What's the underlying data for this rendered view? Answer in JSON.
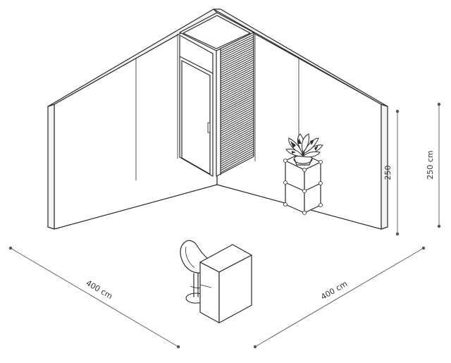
{
  "dimensions": {
    "left_width": "400 cm",
    "right_width": "400 cm",
    "wall_height_short": "250",
    "wall_height": "250 cm"
  },
  "colors": {
    "line": "#2a2a2a",
    "dimension": "#666666",
    "background": "#ffffff"
  }
}
